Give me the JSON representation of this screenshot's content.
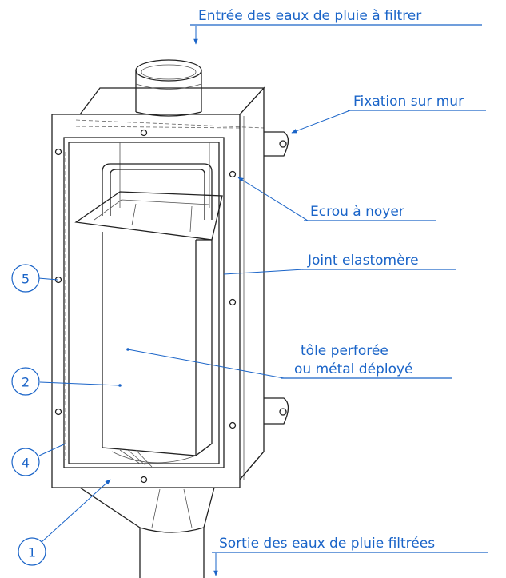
{
  "labels": {
    "inlet": "Entrée des eaux de pluie à filtrer",
    "wall_fixing": "Fixation sur mur",
    "nut": "Ecrou à noyer",
    "gasket": "Joint elastomère",
    "sheet_line1": "tôle perforée",
    "sheet_line2": "ou métal déployé",
    "outlet": "Sortie des eaux de pluie filtrées"
  },
  "callouts": {
    "c5": "5",
    "c2": "2",
    "c4": "4",
    "c1": "1"
  },
  "colors": {
    "annotation": "#1a64c8",
    "drawing": "#222222"
  }
}
